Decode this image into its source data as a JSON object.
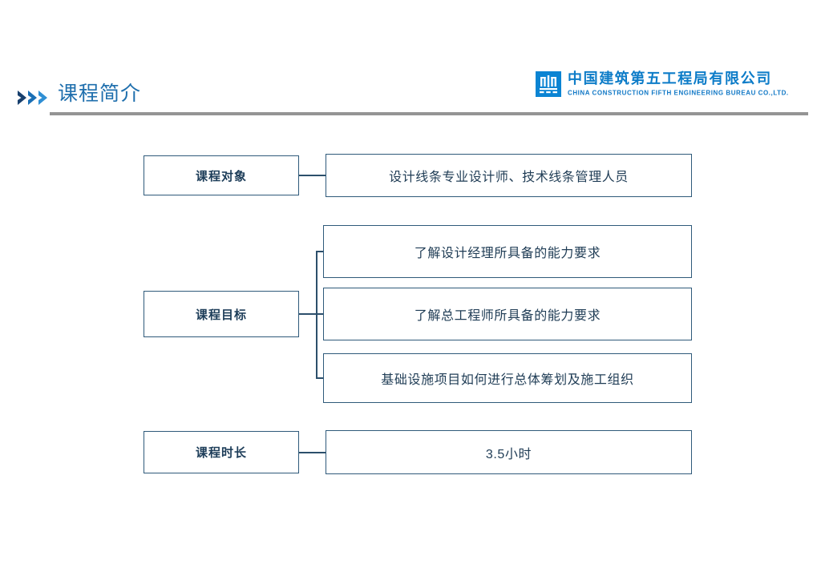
{
  "slide": {
    "title": "课程简介"
  },
  "header": {
    "chevron_icon": "triple-chevron-right-icon",
    "divider_color": "#949494",
    "title_color": "#1f6fad"
  },
  "logo": {
    "mark_icon": "cscec-logo-mark-icon",
    "mark_color": "#0b84d3",
    "name_cn": "中国建筑第五工程局有限公司",
    "name_en": "CHINA CONSTRUCTION FIFTH ENGINEERING BUREAU CO.,LTD.",
    "name_cn_color": "#0d7cc8",
    "name_en_color": "#1178c6"
  },
  "diagram": {
    "border_color": "#2f5a7a",
    "connector_color": "#2c4f6b",
    "rows": [
      {
        "key": "课程对象",
        "values": [
          "设计线条专业设计师、技术线条管理人员"
        ]
      },
      {
        "key": "课程目标",
        "values": [
          "了解设计经理所具备的能力要求",
          "了解总工程师所具备的能力要求",
          "基础设施项目如何进行总体筹划及施工组织"
        ]
      },
      {
        "key": "课程时长",
        "values": [
          "3.5小时"
        ]
      }
    ]
  }
}
